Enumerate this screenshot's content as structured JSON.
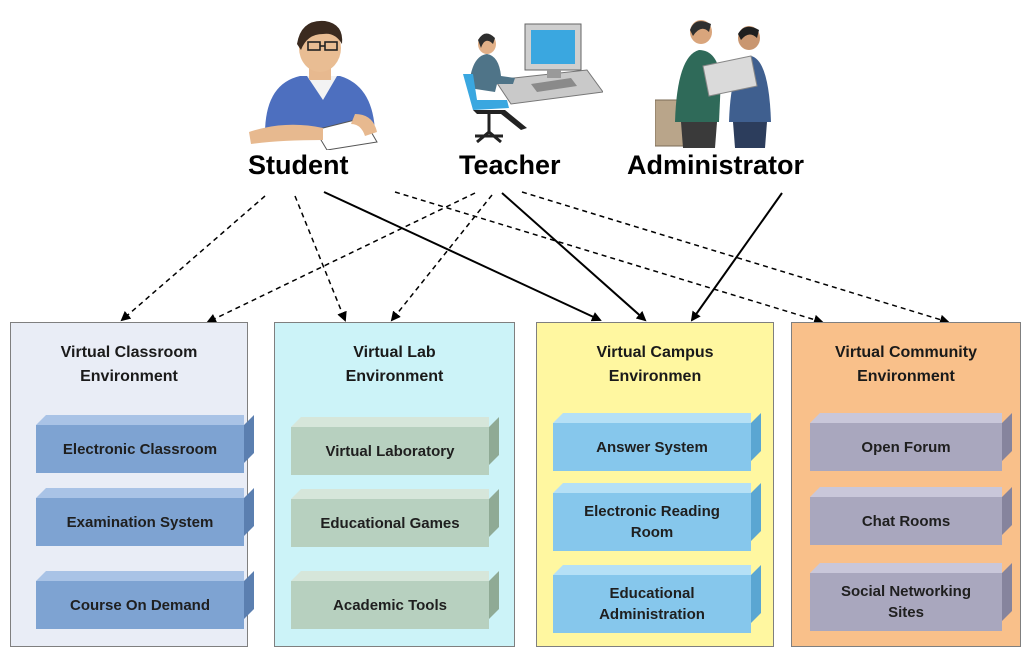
{
  "actors": [
    {
      "label": "Student",
      "icon": "student-icon"
    },
    {
      "label": "Teacher",
      "icon": "teacher-computer-icon"
    },
    {
      "label": "Administrator",
      "icon": "administrator-icon"
    }
  ],
  "environments": [
    {
      "title": "Virtual Classroom\nEnvironment",
      "colors": {
        "panel": "#e9edf6",
        "box": "#7ea3d2",
        "top": "#a9c3e6",
        "side": "#5b7fb0"
      },
      "items": [
        "Electronic Classroom",
        "Examination System",
        "Course On Demand"
      ]
    },
    {
      "title": "Virtual Lab\nEnvironment",
      "colors": {
        "panel": "#ccf3f8",
        "box": "#b7d0bf",
        "top": "#d6e6da",
        "side": "#8faa95"
      },
      "items": [
        "Virtual Laboratory",
        "Educational Games",
        "Academic Tools"
      ]
    },
    {
      "title": "Virtual Campus\nEnvironmen",
      "colors": {
        "panel": "#fff7a0",
        "box": "#86c7ec",
        "top": "#b5e0f6",
        "side": "#5aa6d2"
      },
      "items": [
        "Answer System",
        "Electronic Reading\nRoom",
        "Educational\nAdministration"
      ]
    },
    {
      "title": "Virtual Community\nEnvironment",
      "colors": {
        "panel": "#f9c08a",
        "box": "#a9a7be",
        "top": "#c9c7da",
        "side": "#86849d"
      },
      "items": [
        "Open Forum",
        "Chat Rooms",
        "Social Networking\nSites"
      ]
    }
  ],
  "connections": [
    {
      "from": "Student",
      "to": "Virtual Classroom Environment",
      "style": "dashed"
    },
    {
      "from": "Student",
      "to": "Virtual Lab Environment",
      "style": "dashed"
    },
    {
      "from": "Student",
      "to": "Virtual Campus Environmen",
      "style": "solid"
    },
    {
      "from": "Student",
      "to": "Virtual Community Environment",
      "style": "dashed"
    },
    {
      "from": "Teacher",
      "to": "Virtual Classroom Environment",
      "style": "dashed"
    },
    {
      "from": "Teacher",
      "to": "Virtual Lab Environment",
      "style": "dashed"
    },
    {
      "from": "Teacher",
      "to": "Virtual Campus Environmen",
      "style": "solid"
    },
    {
      "from": "Teacher",
      "to": "Virtual Community Environment",
      "style": "dashed"
    },
    {
      "from": "Administrator",
      "to": "Virtual Campus Environmen",
      "style": "solid"
    }
  ]
}
